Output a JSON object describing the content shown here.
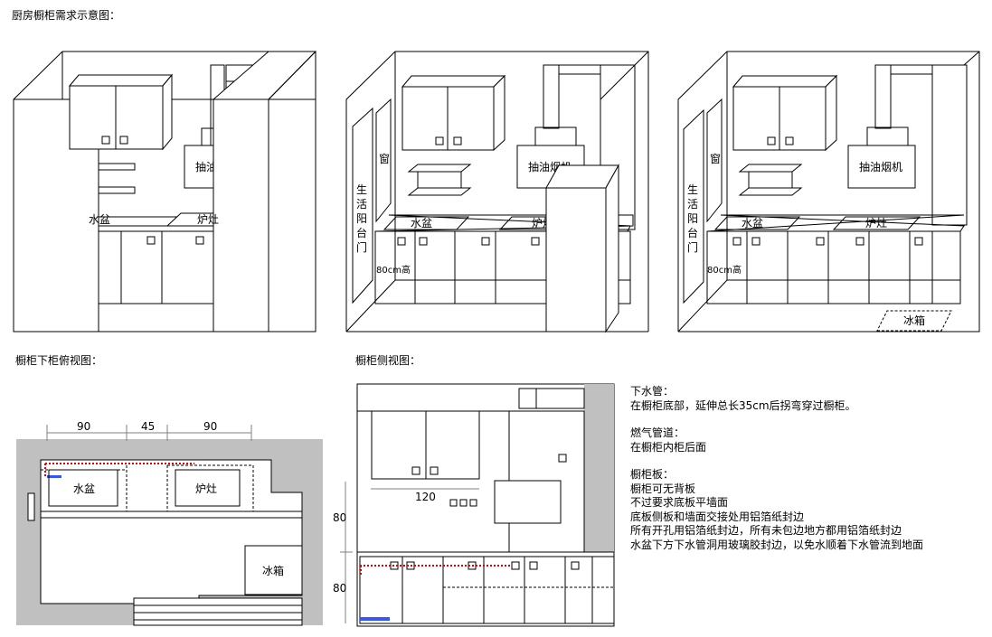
{
  "title": "厨房橱柜需求示意图：",
  "views": {
    "v1": {
      "sink": "水盆",
      "stove": "炉灶",
      "hood": "抽油"
    },
    "v2": {
      "balcony_door": "生活阳台门",
      "window": "窗",
      "sink": "水盆",
      "stove": "炉灶",
      "hood": "抽油烟机",
      "height": "80cm高"
    },
    "v3": {
      "balcony_door": "生活阳台门",
      "window": "窗",
      "sink": "水盆",
      "stove": "炉灶",
      "hood": "抽油烟机",
      "height": "80cm高",
      "fridge": "冰箱"
    }
  },
  "top_view": {
    "label": "橱柜下柜俯视图：",
    "dims": [
      "90",
      "45",
      "90"
    ],
    "sink": "水盆",
    "stove": "炉灶",
    "fridge": "冰箱"
  },
  "side_view": {
    "label": "橱柜侧视图：",
    "width": "120",
    "upper_h": "80",
    "lower_h": "80"
  },
  "notes": {
    "drain_title": "下水管：",
    "drain_text": "在橱柜底部，延伸总长35cm后拐弯穿过橱柜。",
    "gas_title": "燃气管道：",
    "gas_text": "在橱柜内柜后面",
    "board_title": "橱柜板：",
    "board_lines": [
      "橱柜可无背板",
      "不过要求底板平墙面",
      "底板侧板和墙面交接处用铝箔纸封边",
      "所有开孔用铝箔纸封边，所有未包边地方都用铝箔纸封边",
      "水盆下方下水管洞用玻璃胶封边，以免水顺着下水管流到地面"
    ]
  }
}
